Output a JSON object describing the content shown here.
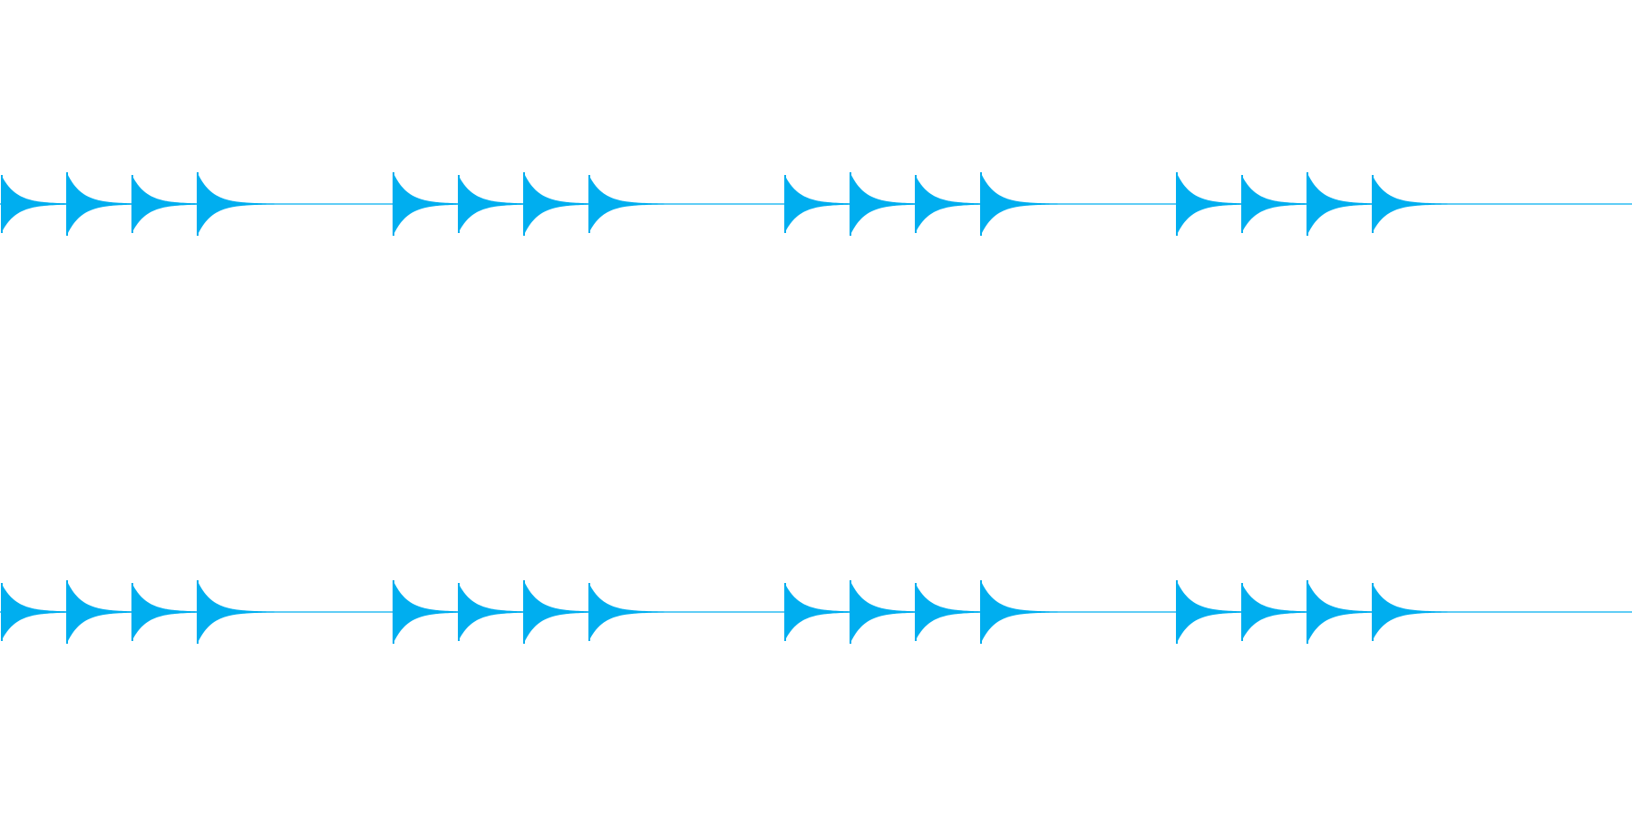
{
  "waveform": {
    "color": "#00aeef",
    "channels": [
      {
        "channel": 1,
        "bursts": [
          {
            "onsets": [
              0,
              1,
              2,
              3
            ]
          },
          {
            "onsets": [
              6,
              7,
              8,
              9
            ]
          },
          {
            "onsets": [
              12,
              13,
              14,
              15
            ]
          },
          {
            "onsets": [
              18,
              19,
              20,
              21
            ]
          }
        ]
      },
      {
        "channel": 2,
        "bursts": [
          {
            "onsets": [
              0,
              1,
              2,
              3
            ]
          },
          {
            "onsets": [
              6,
              7,
              8,
              9
            ]
          },
          {
            "onsets": [
              12,
              13,
              14,
              15
            ]
          },
          {
            "onsets": [
              18,
              19,
              20,
              21
            ]
          }
        ]
      }
    ]
  }
}
